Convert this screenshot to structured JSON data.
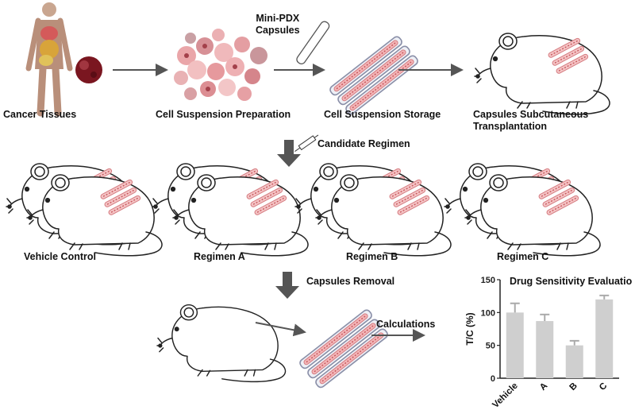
{
  "stages": {
    "cancer_tissues": "Cancer  Tissues",
    "cell_suspension_preparation": "Cell Suspension Preparation",
    "mini_pdx_capsules": "Mini-PDX\nCapsules",
    "cell_suspension_storage": "Cell Suspension Storage",
    "capsules_transplantation": "Capsules Subcutaneous\nTransplantation"
  },
  "steps": {
    "candidate_regimen": "Candidate Regimen",
    "capsules_removal": "Capsules Removal",
    "calculations": "Calculations"
  },
  "groups": [
    "Vehicle Control",
    "Regimen A",
    "Regimen B",
    "Regimen C"
  ],
  "icons": [
    "human-body-icon",
    "tumor-icon",
    "cells-icon",
    "capsule-tube-icon",
    "capsule-bundle-icon",
    "mouse-icon",
    "syringe-icon",
    "arrow-icon"
  ],
  "colors": {
    "capsule": "#e58f93",
    "capsule_border": "#8a8fa8",
    "tumor": "#7a1620",
    "cells": "#e9a3a6",
    "arrow": "#555555",
    "bar": "#cfcfcf",
    "body_organs": "#d8a43a"
  },
  "chart_data": {
    "type": "bar",
    "title": "Drug Sensitivity Evaluation",
    "ylabel": "T/C (%)",
    "xlabel": "",
    "categories": [
      "Vehicle",
      "A",
      "B",
      "C"
    ],
    "values": [
      100,
      87,
      50,
      120
    ],
    "errors": [
      14,
      10,
      7,
      6
    ],
    "ylim": [
      0,
      150
    ],
    "yticks": [
      0,
      50,
      100,
      150
    ],
    "grid": false,
    "legend": "none"
  }
}
